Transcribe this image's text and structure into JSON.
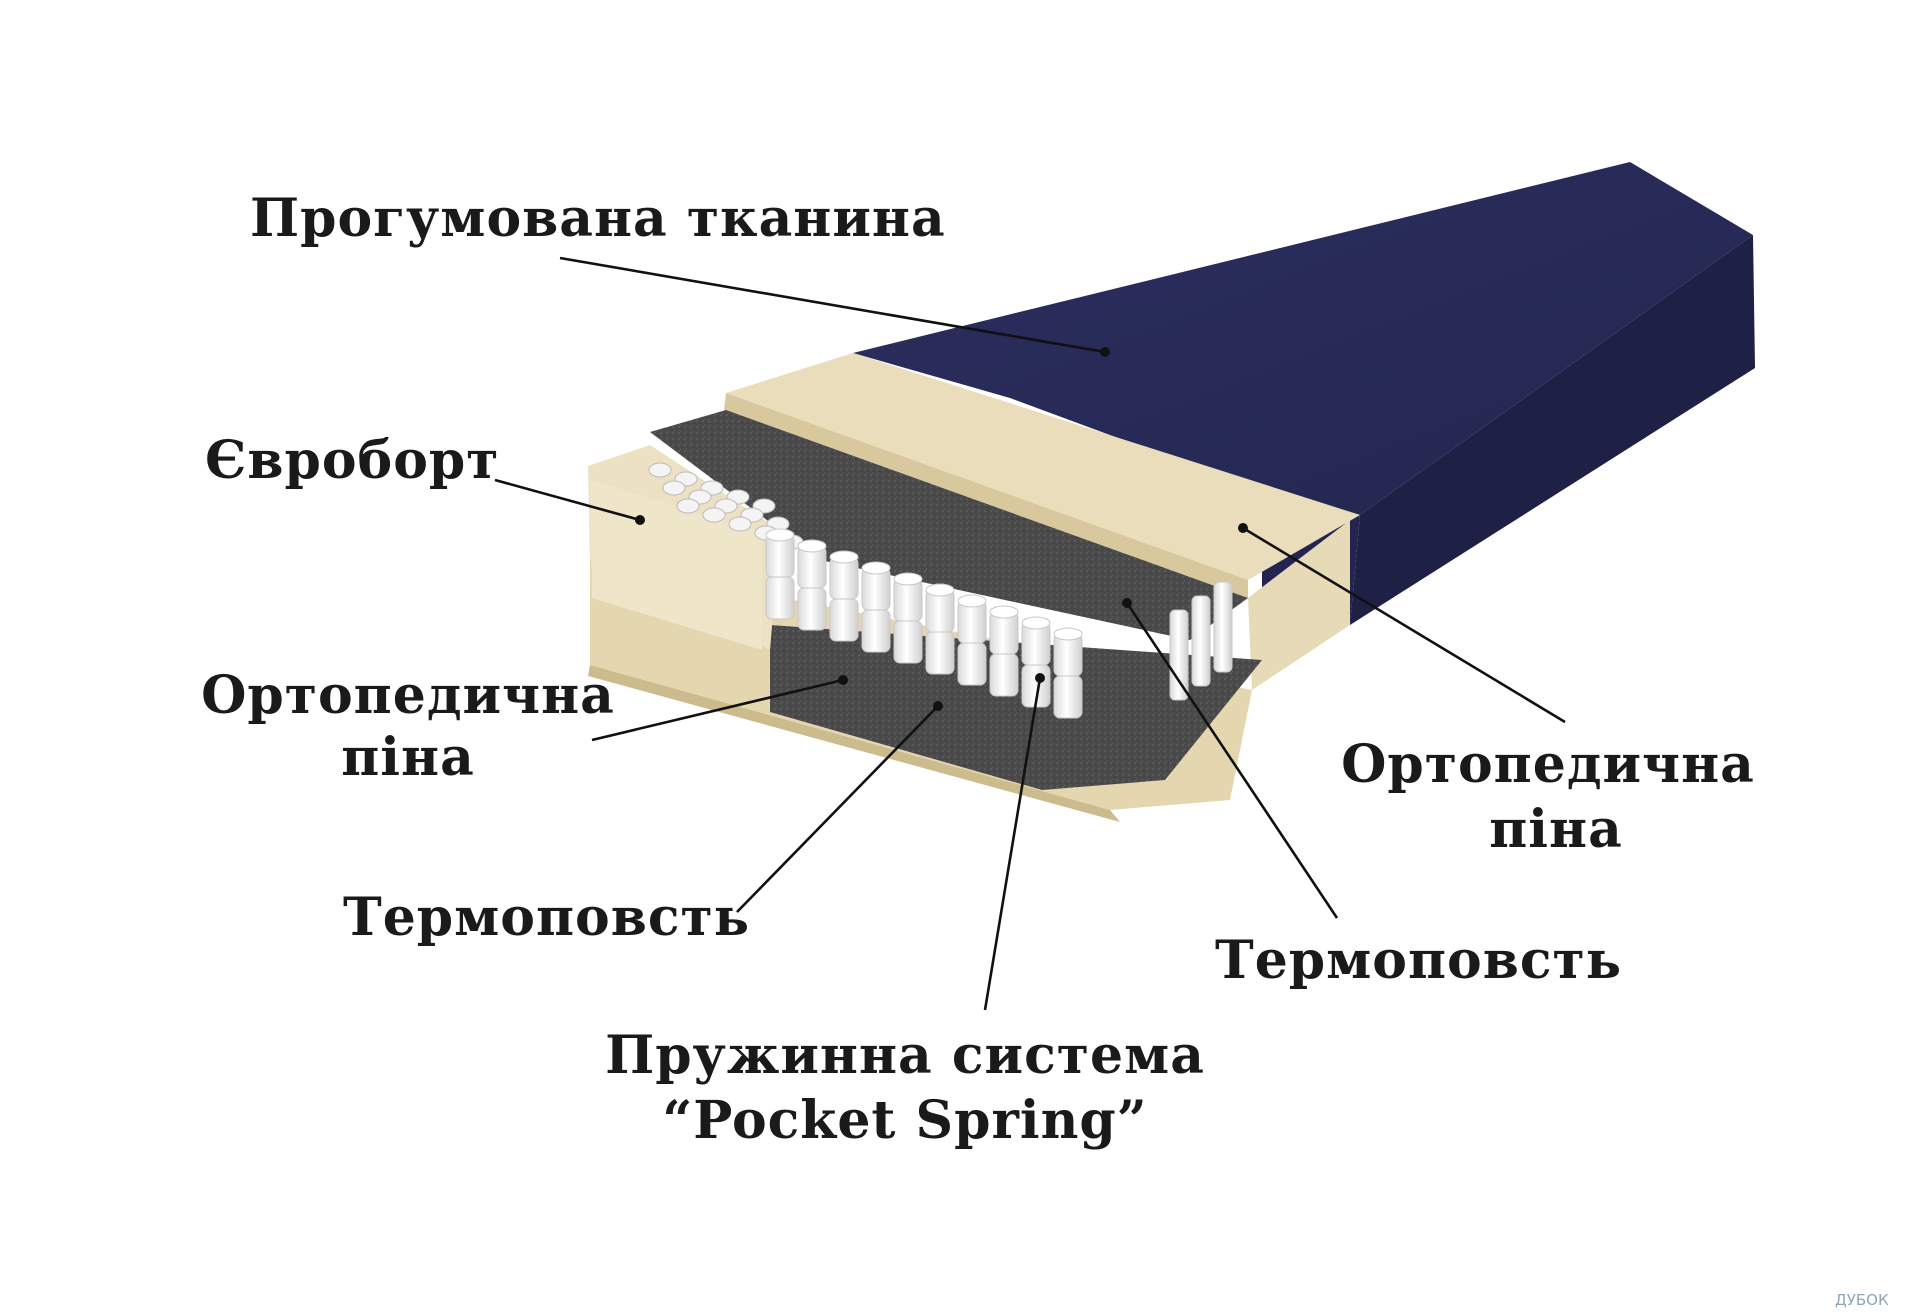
{
  "labels": {
    "top_fabric": "Прогумована тканина",
    "euro_border": "Євроборт",
    "ortho_foam_left_1": "Ортопедична",
    "ortho_foam_left_2": "піна",
    "felt_left": "Термоповсть",
    "spring_1": "Пружинна система",
    "spring_2": "“Pocket Spring”",
    "felt_right": "Термоповсть",
    "ortho_foam_right_1": "Ортопедична",
    "ortho_foam_right_2": "піна"
  },
  "watermark": "ДУБОК",
  "colors": {
    "cover": "#26294f",
    "cover_top": "#2b2e5c",
    "cover_side": "#1f2147",
    "foam": "#eadfbf",
    "foam_side": "#d9cba2",
    "felt": "#4c4c4c",
    "springs": "#f3f3f3"
  }
}
